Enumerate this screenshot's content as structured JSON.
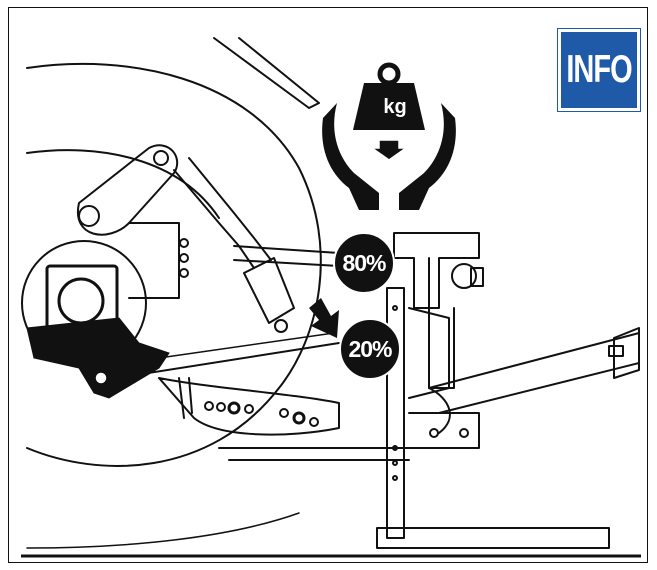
{
  "badge": {
    "label": "INFO",
    "color": "#1e5aa8"
  },
  "weight_icon": {
    "label": "kg",
    "icon": "weight-in-hands-icon"
  },
  "distribution": {
    "upper": {
      "label": "80%",
      "value": 80
    },
    "lower": {
      "label": "20%",
      "value": 20
    }
  },
  "arrow_icon": "down-arrow-icon"
}
